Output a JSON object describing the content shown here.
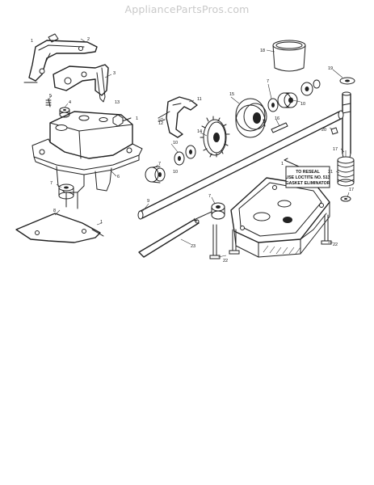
{
  "watermark": "AppliancePartsPros.com",
  "callouts": {
    "c1a": "1",
    "c2": "2",
    "c3": "3",
    "c4": "4",
    "c5": "5",
    "c6": "6",
    "c7a": "7",
    "c8": "8",
    "c1b": "1",
    "c13": "13",
    "c1c": "1",
    "c12": "12",
    "c11": "11",
    "c10a": "10",
    "c14": "14",
    "c15": "15",
    "c7b": "7",
    "c10b": "10",
    "c16": "16",
    "c18": "18",
    "c19": "19",
    "c20": "20",
    "c17a": "17",
    "c21": "21",
    "c17b": "17",
    "c9": "9",
    "c7c": "7",
    "c10c": "10",
    "c1d": "1",
    "c7d": "7",
    "c23": "23",
    "c22a": "22",
    "c22b": "22"
  },
  "note": {
    "line1": "TO RESEAL",
    "line2": "USE LOCTITE NO. 513",
    "line3": "GASKET ELIMINATOR"
  },
  "colors": {
    "ink": "#222222",
    "watermark": "#c9c9c9"
  }
}
